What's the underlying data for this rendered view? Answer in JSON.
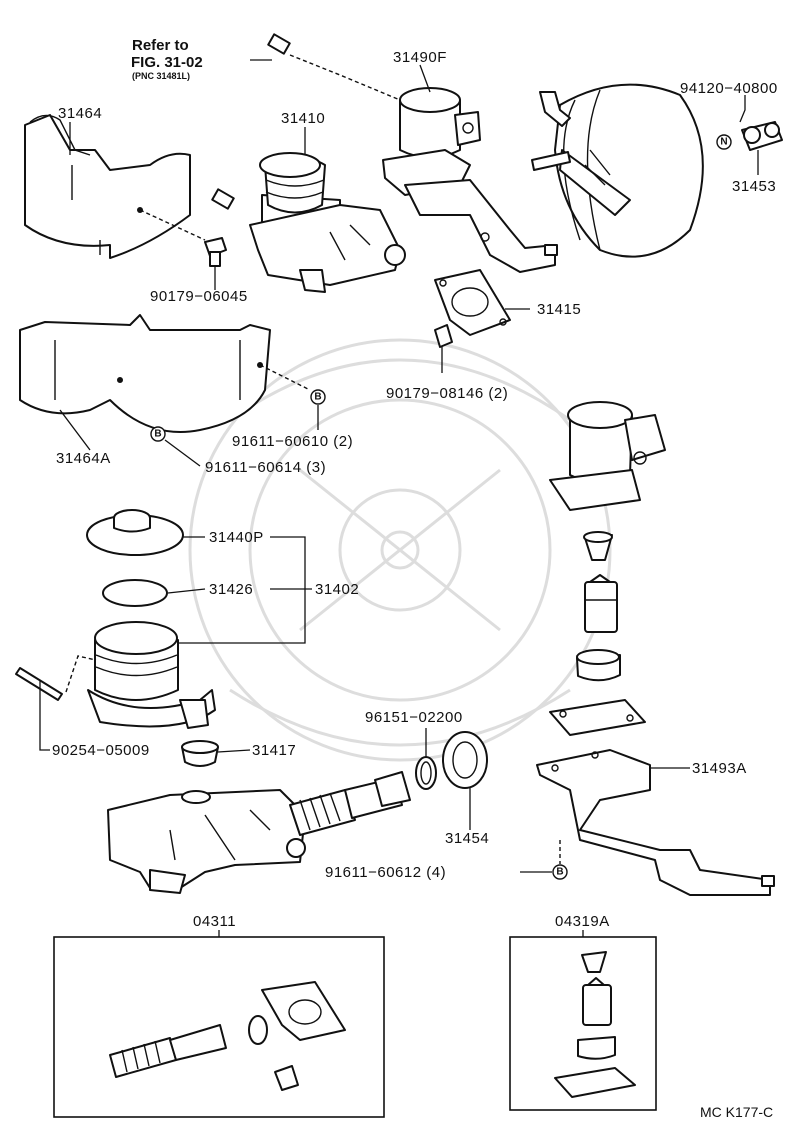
{
  "refer_note": {
    "line1": "Refer to",
    "line2": "FIG. 31-02",
    "line3": "(PNC 31481L)"
  },
  "parts": {
    "p31464": "31464",
    "p31410": "31410",
    "p31490F": "31490F",
    "p9412040800": "94120−40800",
    "p31453": "31453",
    "p9017906045": "90179−06045",
    "p31415": "31415",
    "p9017908146": "90179−08146 (2)",
    "p31464A": "31464A",
    "p9161160610": "91611−60610 (2)",
    "p9161160614": "91611−60614 (3)",
    "p31440P": "31440P",
    "p31426": "31426",
    "p31402": "31402",
    "p9025405009": "90254−05009",
    "p31417": "31417",
    "p9615102200": "96151−02200",
    "p31493A": "31493A",
    "p31454": "31454",
    "p9161160612": "91611−60612 (4)",
    "p04311": "04311",
    "p04319A": "04319A"
  },
  "marks": {
    "n": "N",
    "b": "B"
  },
  "figure_code": "MC K177-C"
}
